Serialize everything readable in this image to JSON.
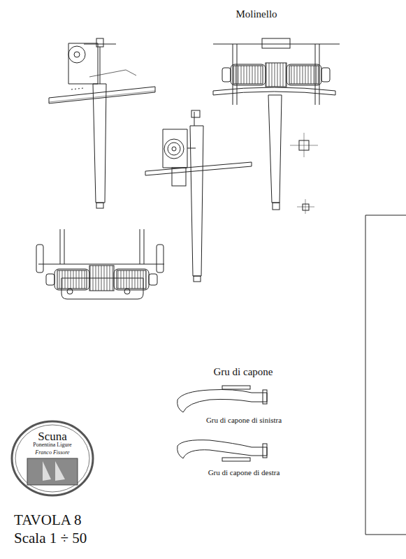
{
  "diagram": {
    "nodes": [
      {
        "text": [
          "Scuna",
          "Ponentina Ligure",
          "Franco Fissore"
        ]
      }
    ],
    "labels": [
      "Molinello",
      "Gru di capone",
      "Gru di capone di sinistra",
      "Gru di capone di destra",
      "TAVOLA 8",
      "Scala 1 ÷ 50"
    ]
  }
}
